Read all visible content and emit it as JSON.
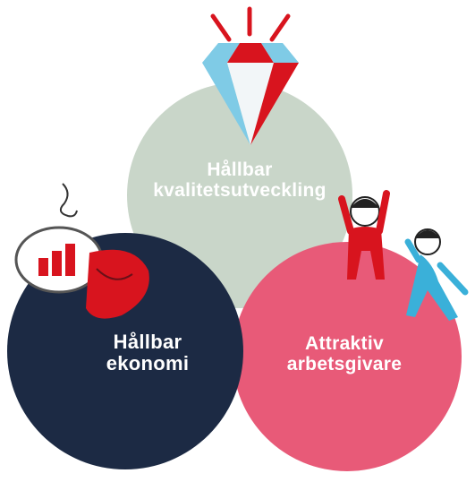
{
  "diagram": {
    "circles": [
      {
        "id": "top",
        "line1": "Hållbar",
        "line2": "kvalitetsutveckling",
        "color": "#c9d6c9"
      },
      {
        "id": "left",
        "line1": "Hållbar",
        "line2": "ekonomi",
        "color": "#1c2a44"
      },
      {
        "id": "right",
        "line1": "Attraktiv",
        "line2": "arbetsgivare",
        "color": "#e85a78"
      }
    ],
    "icons": [
      "diamond-icon",
      "piggy-bank-icon",
      "cheering-people-icon"
    ],
    "colors": {
      "accent_red": "#d8141e",
      "accent_blue": "#3ab0d9"
    }
  }
}
